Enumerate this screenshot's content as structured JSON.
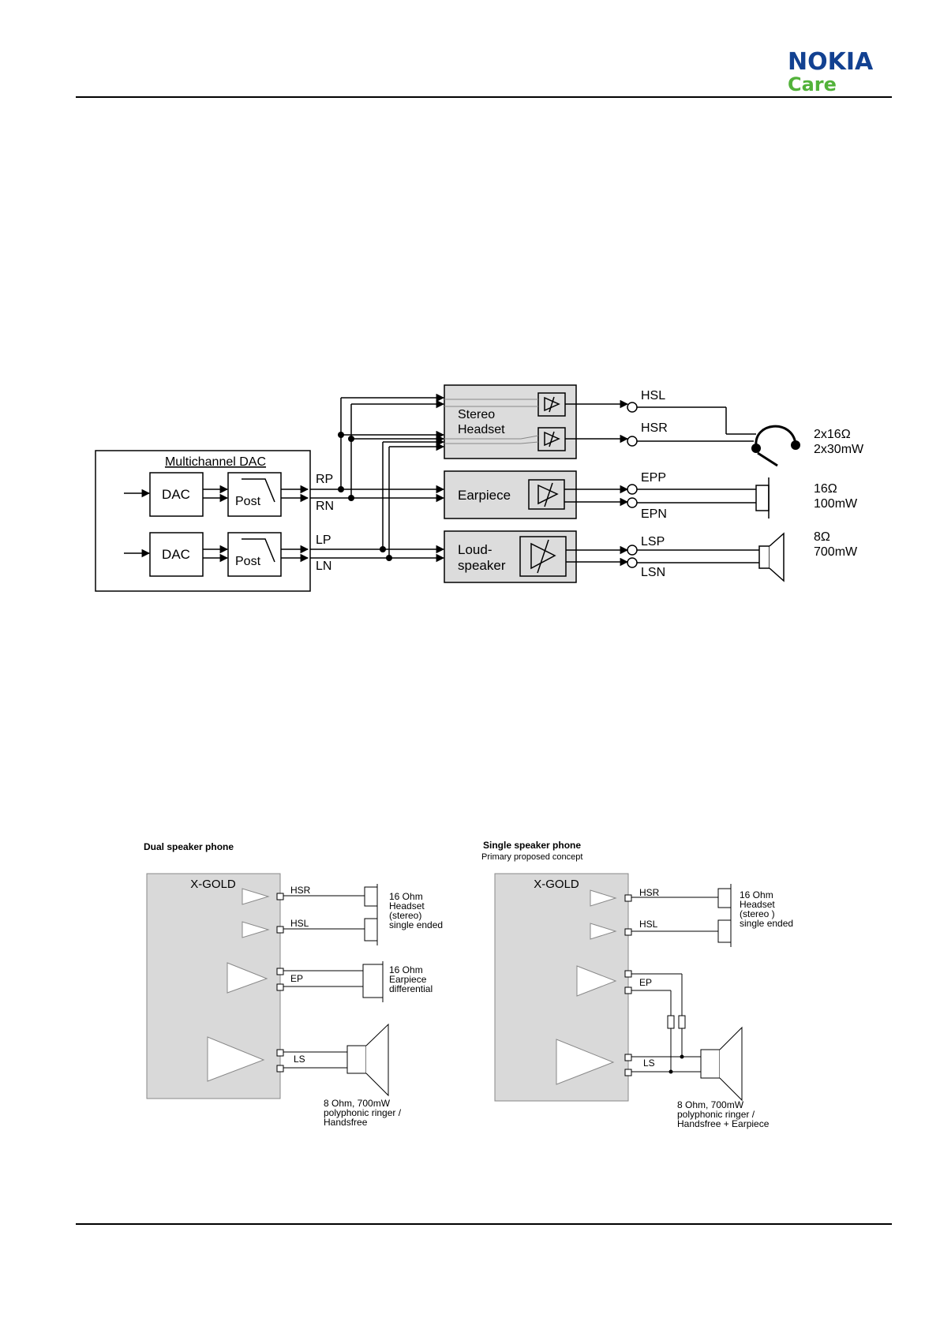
{
  "header": {
    "logo_brand": "NOKIA",
    "logo_sub": "Care",
    "brand_color": "#124191",
    "sub_color": "#52b23a"
  },
  "top_diagram": {
    "dac_block_title": "Multichannel DAC",
    "dac_label": "DAC",
    "post_label": "Post",
    "signals": [
      "RP",
      "RN",
      "LP",
      "LN"
    ],
    "blocks": {
      "stereo_headset": [
        "Stereo",
        "Headset"
      ],
      "earpiece": "Earpiece",
      "loudspeaker": [
        "Loud-",
        "speaker"
      ]
    },
    "outputs": [
      "HSL",
      "HSR",
      "EPP",
      "EPN",
      "LSP",
      "LSN"
    ],
    "loads": {
      "headset": [
        "2x16Ω",
        "2x30mW"
      ],
      "earpiece": [
        "16Ω",
        "100mW"
      ],
      "loudspeaker": [
        "8Ω",
        "700mW"
      ]
    }
  },
  "bottom_left": {
    "title": "Dual speaker phone",
    "chip": "X-GOLD",
    "ports": [
      "HSR",
      "HSL",
      "EP",
      "LS"
    ],
    "headset_note": [
      "16 Ohm",
      "Headset",
      "(stereo)",
      "single ended"
    ],
    "earpiece_note": [
      "16 Ohm",
      "Earpiece",
      "differential"
    ],
    "speaker_note": [
      "8 Ohm, 700mW",
      "polyphonic ringer /",
      "Handsfree"
    ]
  },
  "bottom_right": {
    "title": "Single speaker phone",
    "subtitle": "Primary proposed concept",
    "chip": "X-GOLD",
    "ports": [
      "HSR",
      "HSL",
      "EP",
      "LS"
    ],
    "headset_note": [
      "16 Ohm",
      "Headset",
      "(stereo )",
      "single ended"
    ],
    "speaker_note": [
      "8 Ohm, 700mW",
      "polyphonic ringer /",
      "Handsfree + Earpiece"
    ]
  }
}
